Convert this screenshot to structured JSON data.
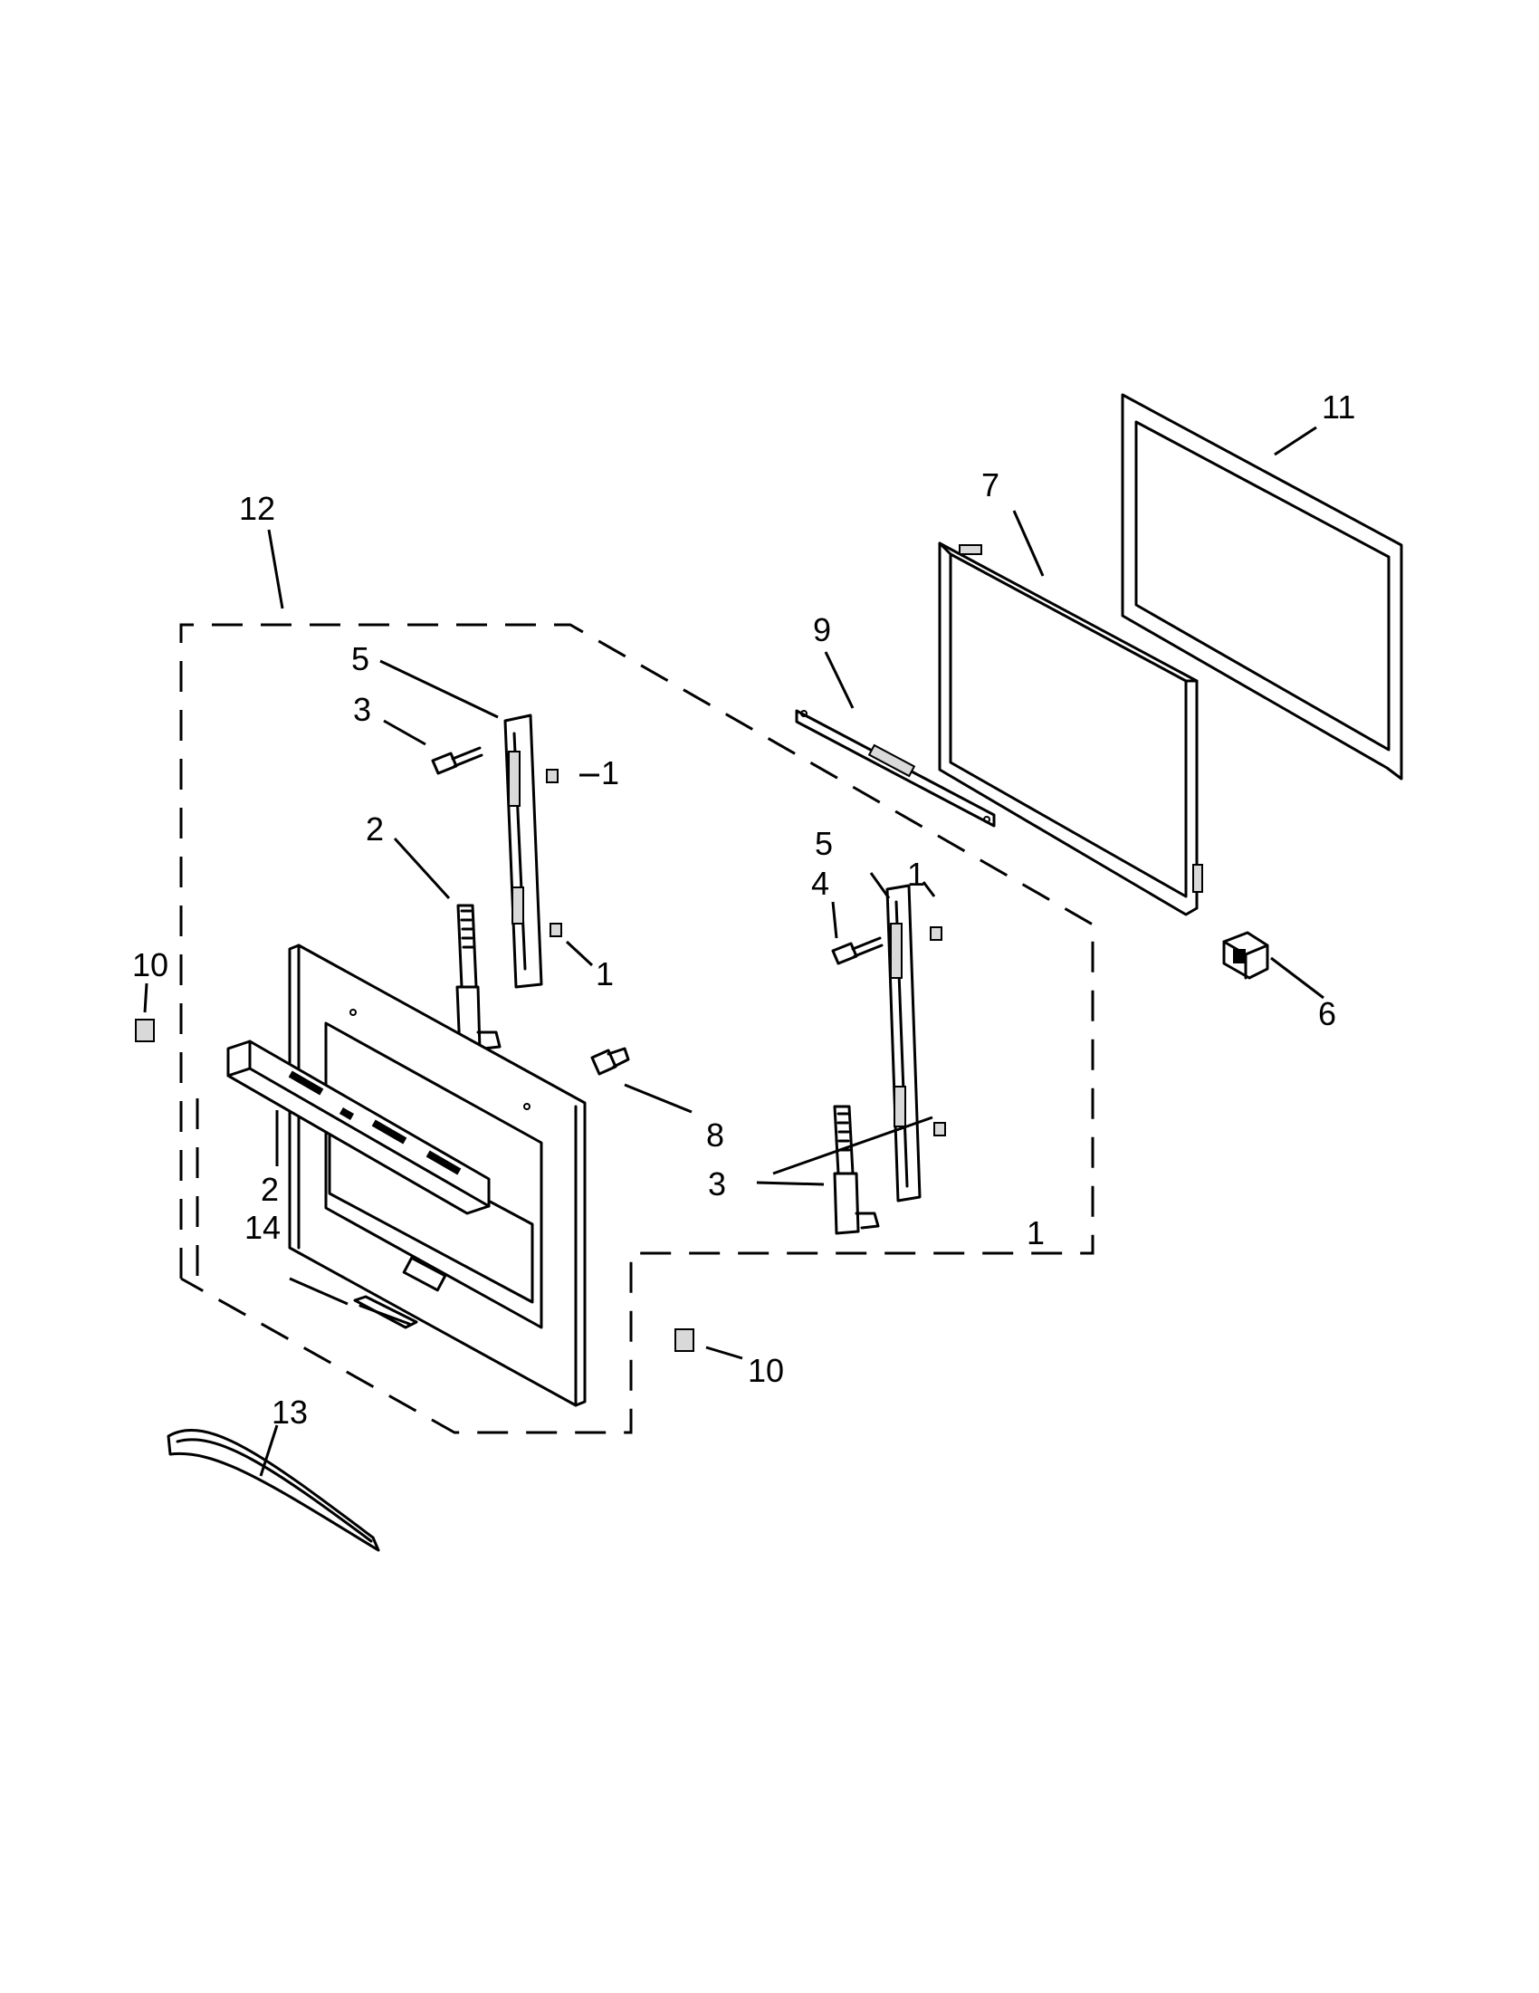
{
  "diagram": {
    "callouts": [
      {
        "id": "c1a",
        "text": "1"
      },
      {
        "id": "c1b",
        "text": "1"
      },
      {
        "id": "c1c",
        "text": "1"
      },
      {
        "id": "c1d",
        "text": "1"
      },
      {
        "id": "c2a",
        "text": "2"
      },
      {
        "id": "c2b",
        "text": "2"
      },
      {
        "id": "c3a",
        "text": "3"
      },
      {
        "id": "c3b",
        "text": "3"
      },
      {
        "id": "c4",
        "text": "4"
      },
      {
        "id": "c5a",
        "text": "5"
      },
      {
        "id": "c5b",
        "text": "5"
      },
      {
        "id": "c6",
        "text": "6"
      },
      {
        "id": "c7",
        "text": "7"
      },
      {
        "id": "c8",
        "text": "8"
      },
      {
        "id": "c9",
        "text": "9"
      },
      {
        "id": "c10a",
        "text": "10"
      },
      {
        "id": "c10b",
        "text": "10"
      },
      {
        "id": "c11",
        "text": "11"
      },
      {
        "id": "c12",
        "text": "12"
      },
      {
        "id": "c13",
        "text": "13"
      },
      {
        "id": "c14",
        "text": "14"
      }
    ],
    "colors": {
      "line": "#000000",
      "background": "#ffffff",
      "shade": "#d9d9d9"
    }
  }
}
